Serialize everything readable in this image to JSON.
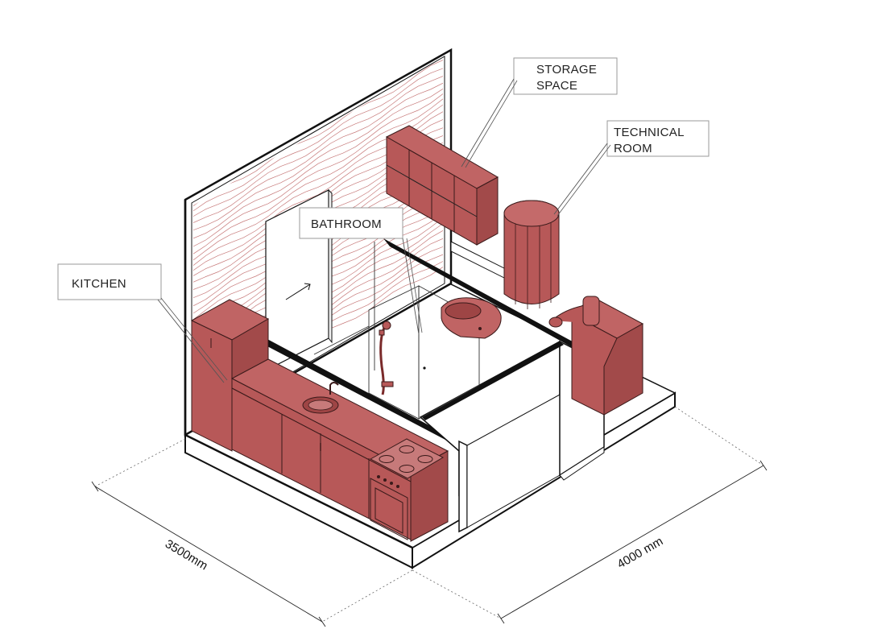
{
  "labels": {
    "storage_line1": "STORAGE",
    "storage_line2": "SPACE",
    "technical_line1": "TECHNICAL",
    "technical_line2": "ROOM",
    "bathroom": "BATHROOM",
    "kitchen": "KITCHEN"
  },
  "dimensions": {
    "width": "3500mm",
    "depth": "4000 mm"
  },
  "colors": {
    "furniture": "#b75858",
    "accent_lines": "#c77a7a",
    "walls": "#111111"
  }
}
